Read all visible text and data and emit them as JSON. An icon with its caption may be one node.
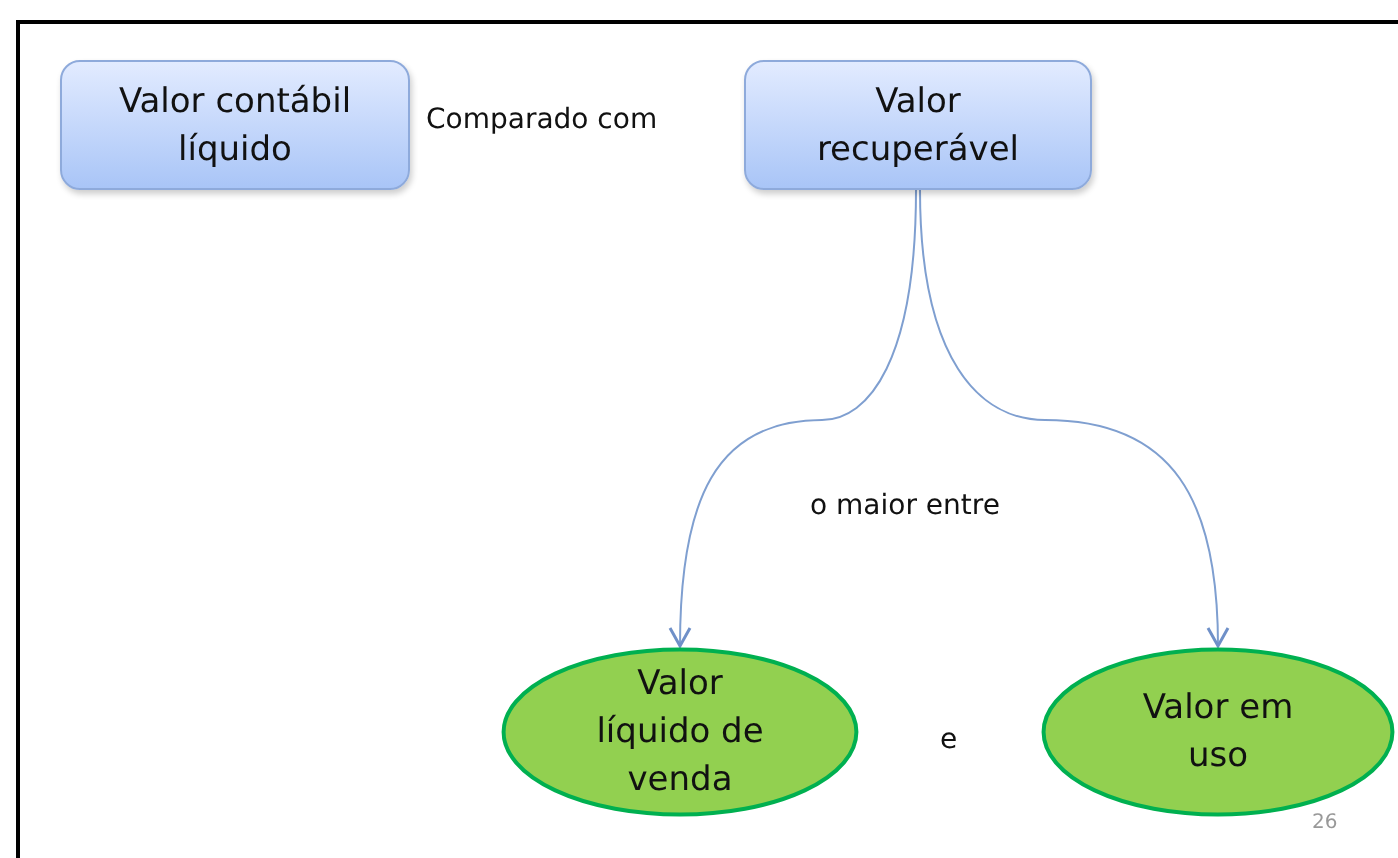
{
  "diagram": {
    "nodes": [
      {
        "text": [
          "Valor contábil líquido"
        ]
      },
      {
        "text": [
          "Valor recuperável"
        ]
      },
      {
        "text": [
          "Valor líquido de venda"
        ]
      },
      {
        "text": [
          "Valor em uso"
        ]
      }
    ],
    "edges": [
      {
        "from": 1,
        "to": 2,
        "arrow": "to"
      },
      {
        "from": 1,
        "to": 3,
        "arrow": "to"
      }
    ],
    "labels": [
      "Comparado com",
      "o maior entre",
      "e",
      "26"
    ]
  }
}
